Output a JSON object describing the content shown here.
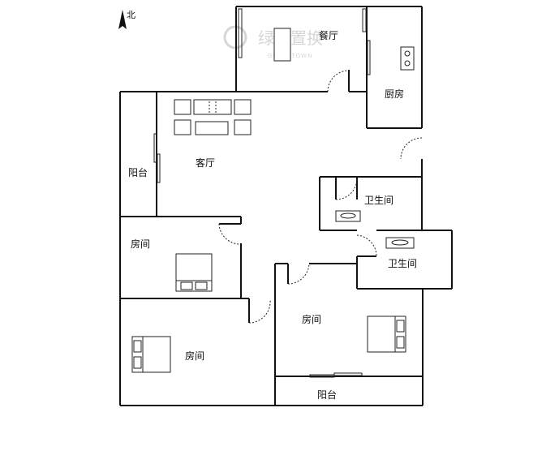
{
  "compass": {
    "label": "北"
  },
  "watermark": {
    "brand": "绿城置换",
    "sub": "GREENTOWN"
  },
  "rooms": {
    "dining": "餐厅",
    "kitchen": "厨房",
    "living": "客厅",
    "balcony_west": "阳台",
    "bathroom_1": "卫生间",
    "bathroom_2": "卫生间",
    "bedroom_west": "房间",
    "bedroom_east": "房间",
    "bedroom_southwest": "房间",
    "balcony_south": "阳台"
  },
  "colors": {
    "wall": "#111111",
    "watermark": "#d6d6d6"
  }
}
